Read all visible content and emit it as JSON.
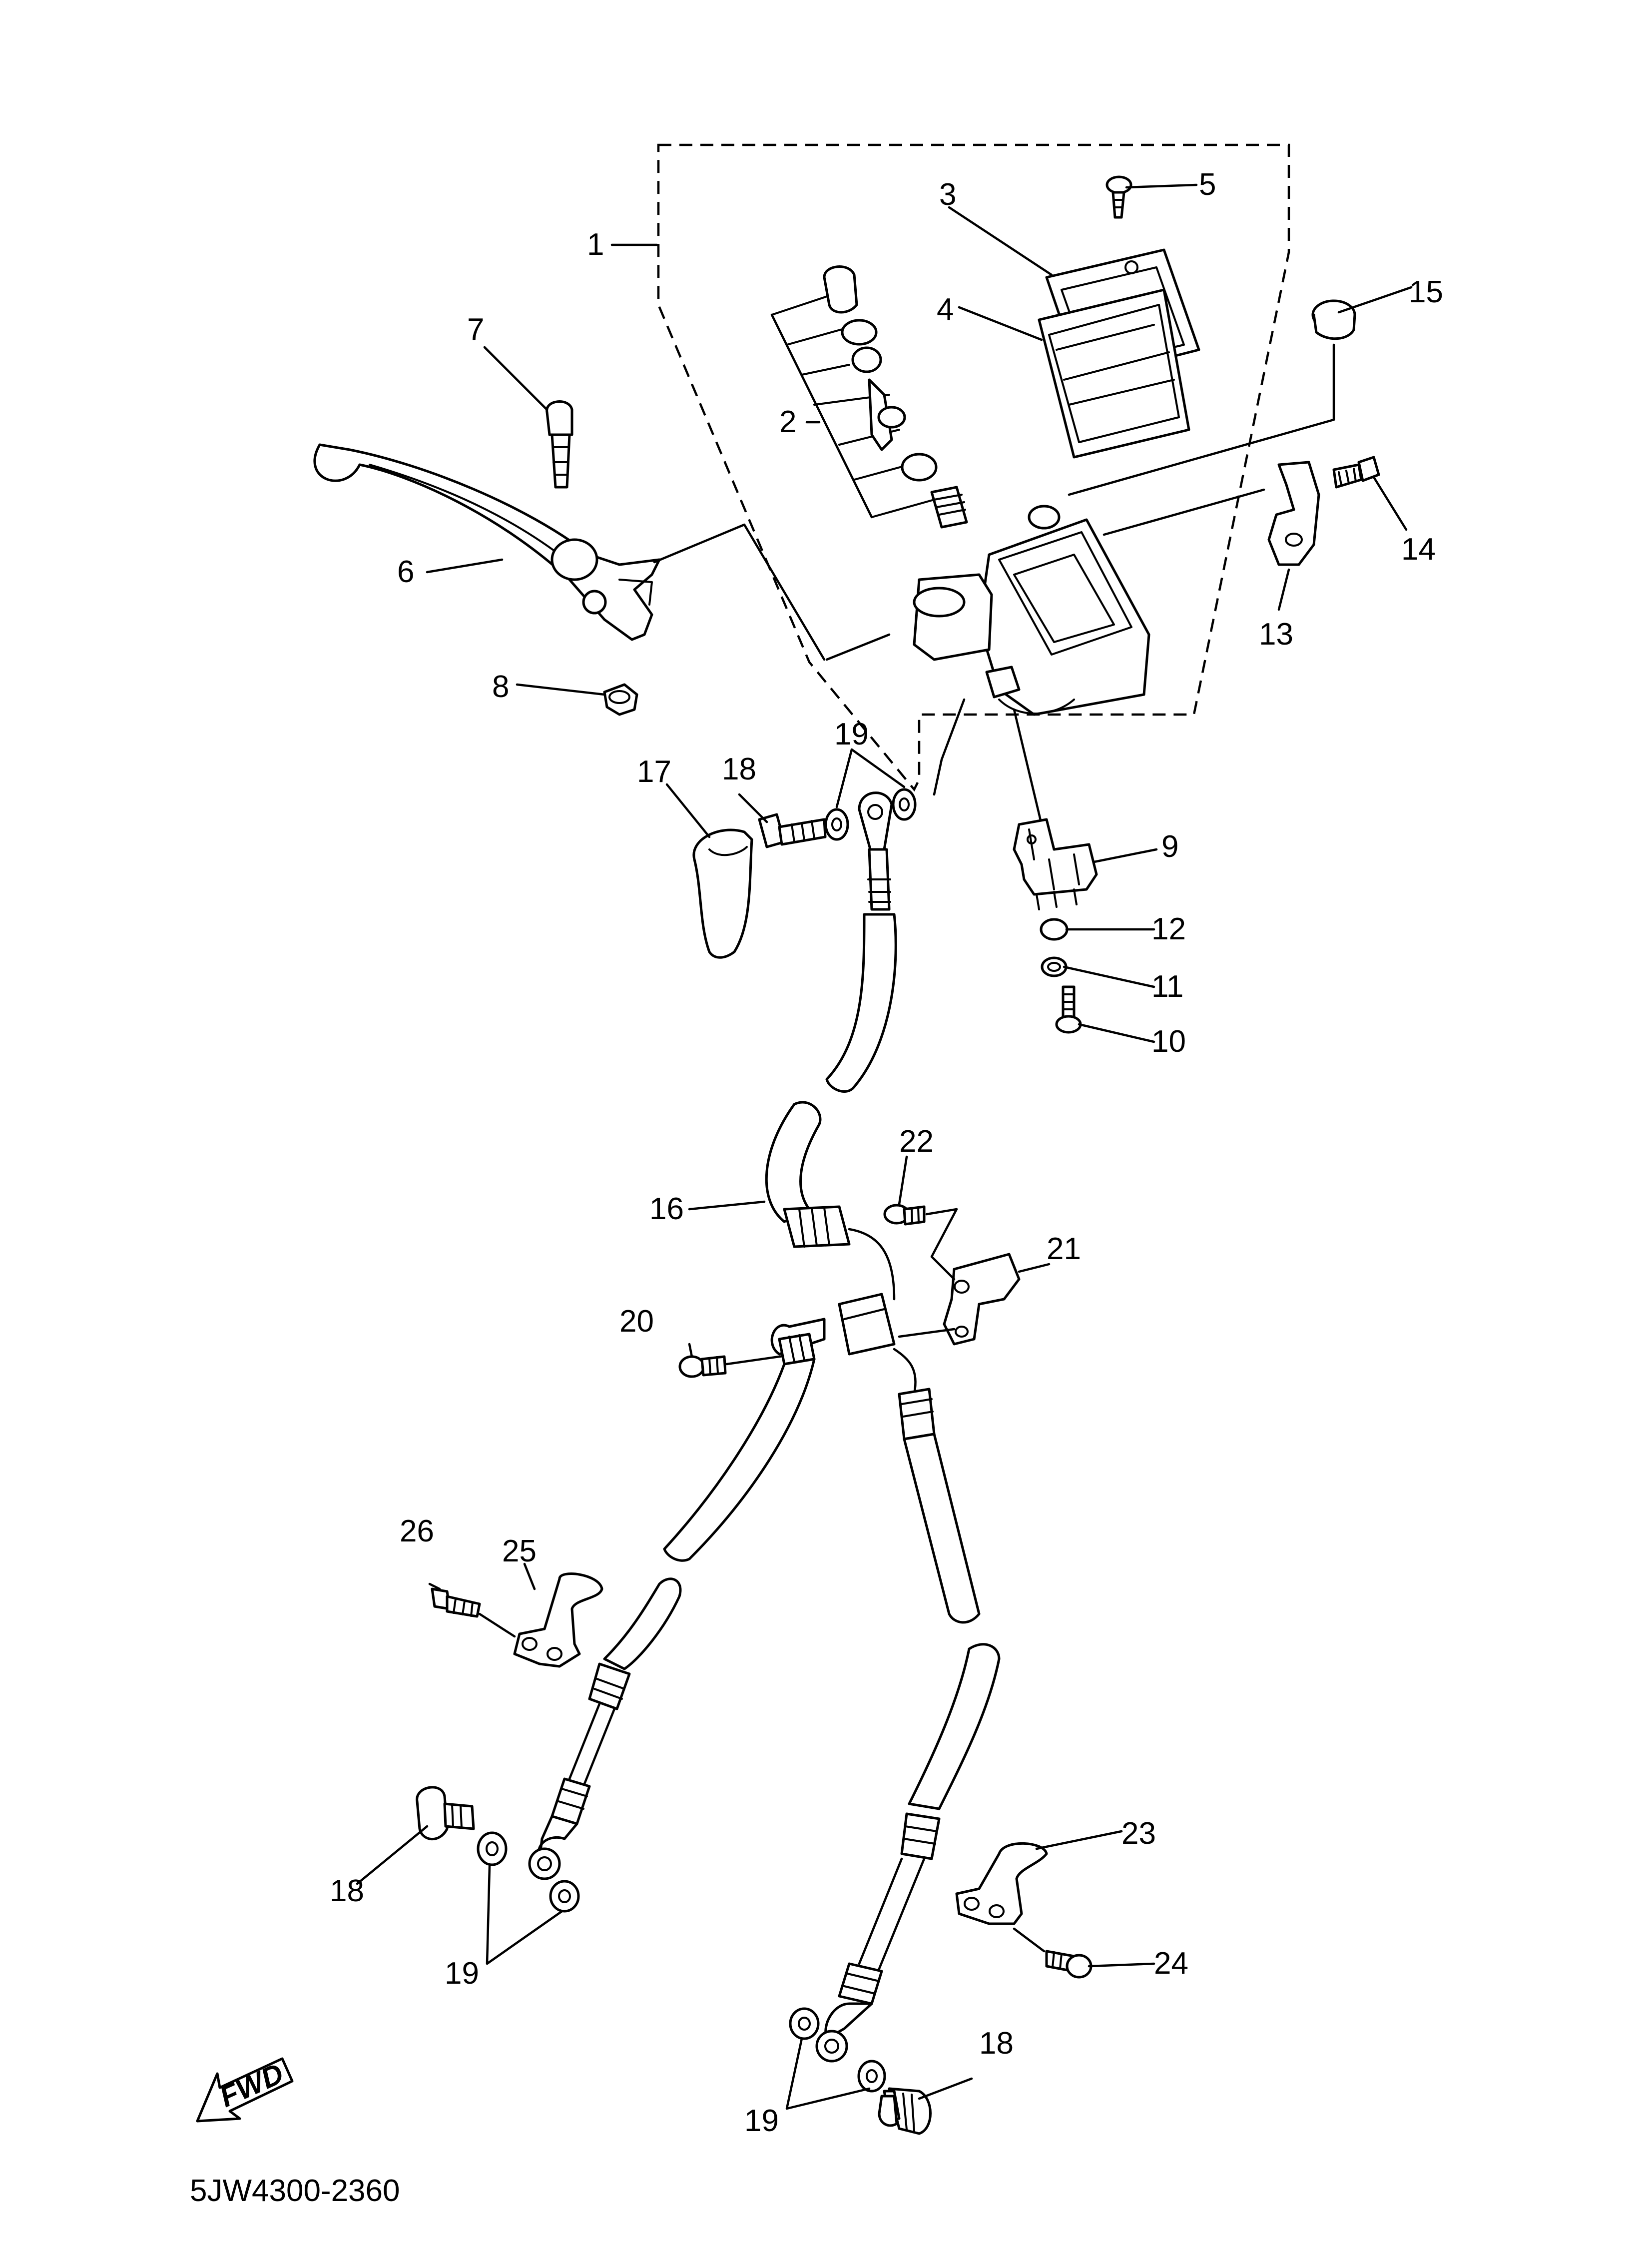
{
  "diagram_code": "5JW4300-2360",
  "fwd_label": "FWD",
  "callouts": {
    "c1": "1",
    "c2": "2",
    "c3": "3",
    "c4": "4",
    "c5": "5",
    "c6": "6",
    "c7": "7",
    "c8": "8",
    "c9": "9",
    "c10": "10",
    "c11": "11",
    "c12": "12",
    "c13": "13",
    "c14": "14",
    "c15": "15",
    "c16": "16",
    "c17": "17",
    "c18a": "18",
    "c18b": "18",
    "c18c": "18",
    "c19a": "19",
    "c19b": "19",
    "c19c": "19",
    "c20": "20",
    "c21": "21",
    "c22": "22",
    "c23": "23",
    "c24": "24",
    "c25": "25",
    "c26": "26"
  }
}
